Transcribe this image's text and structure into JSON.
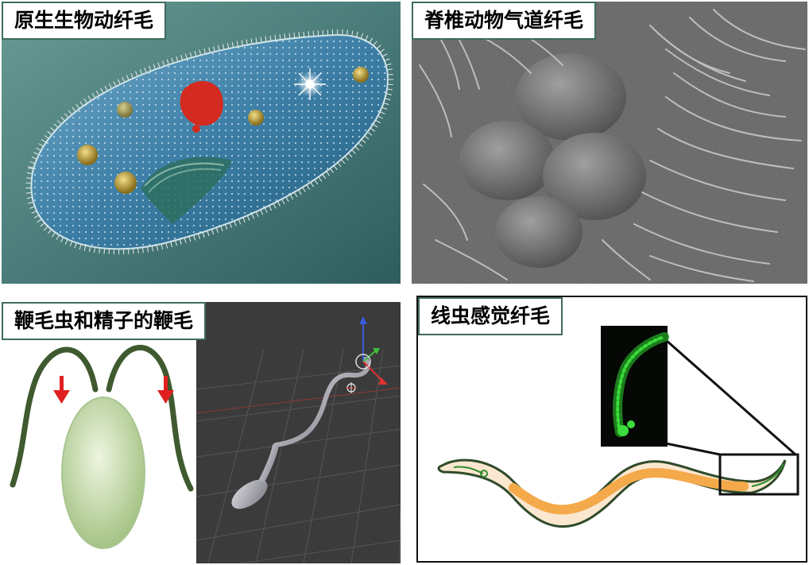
{
  "panels": {
    "protist_cilia": {
      "caption": "原生生物动纤毛"
    },
    "airway_cilia": {
      "caption": "脊椎动物气道纤毛"
    },
    "flagella": {
      "caption": "鞭毛虫和精子的鞭毛"
    },
    "nematode_cilia": {
      "caption": "线虫感觉纤毛"
    }
  },
  "colors": {
    "caption_border": "#3d6b5f",
    "paramecium_body": "#3f7fa6",
    "cilia": "#f2f2f2",
    "food_vacuole_red": "#d42a1f",
    "granules": "#b59a3a",
    "sem_gray": "#8a8a8a",
    "flagellate_body": "#b6d19a",
    "flagella_stroke": "#3f5a2e",
    "arrow_red": "#e02020",
    "blender_bg": "#3b3b3b",
    "nematode_outline": "#2f4a2a",
    "nematode_fill": "#fbe7cf",
    "nematode_gut": "#f4a94a",
    "fluorescence_green": "#3bdc3b"
  },
  "icons": [
    "red-arrow-icon",
    "up-axis-arrow-icon",
    "x-axis-arrow-icon",
    "y-axis-arrow-icon",
    "transform-gizmo-icon"
  ]
}
